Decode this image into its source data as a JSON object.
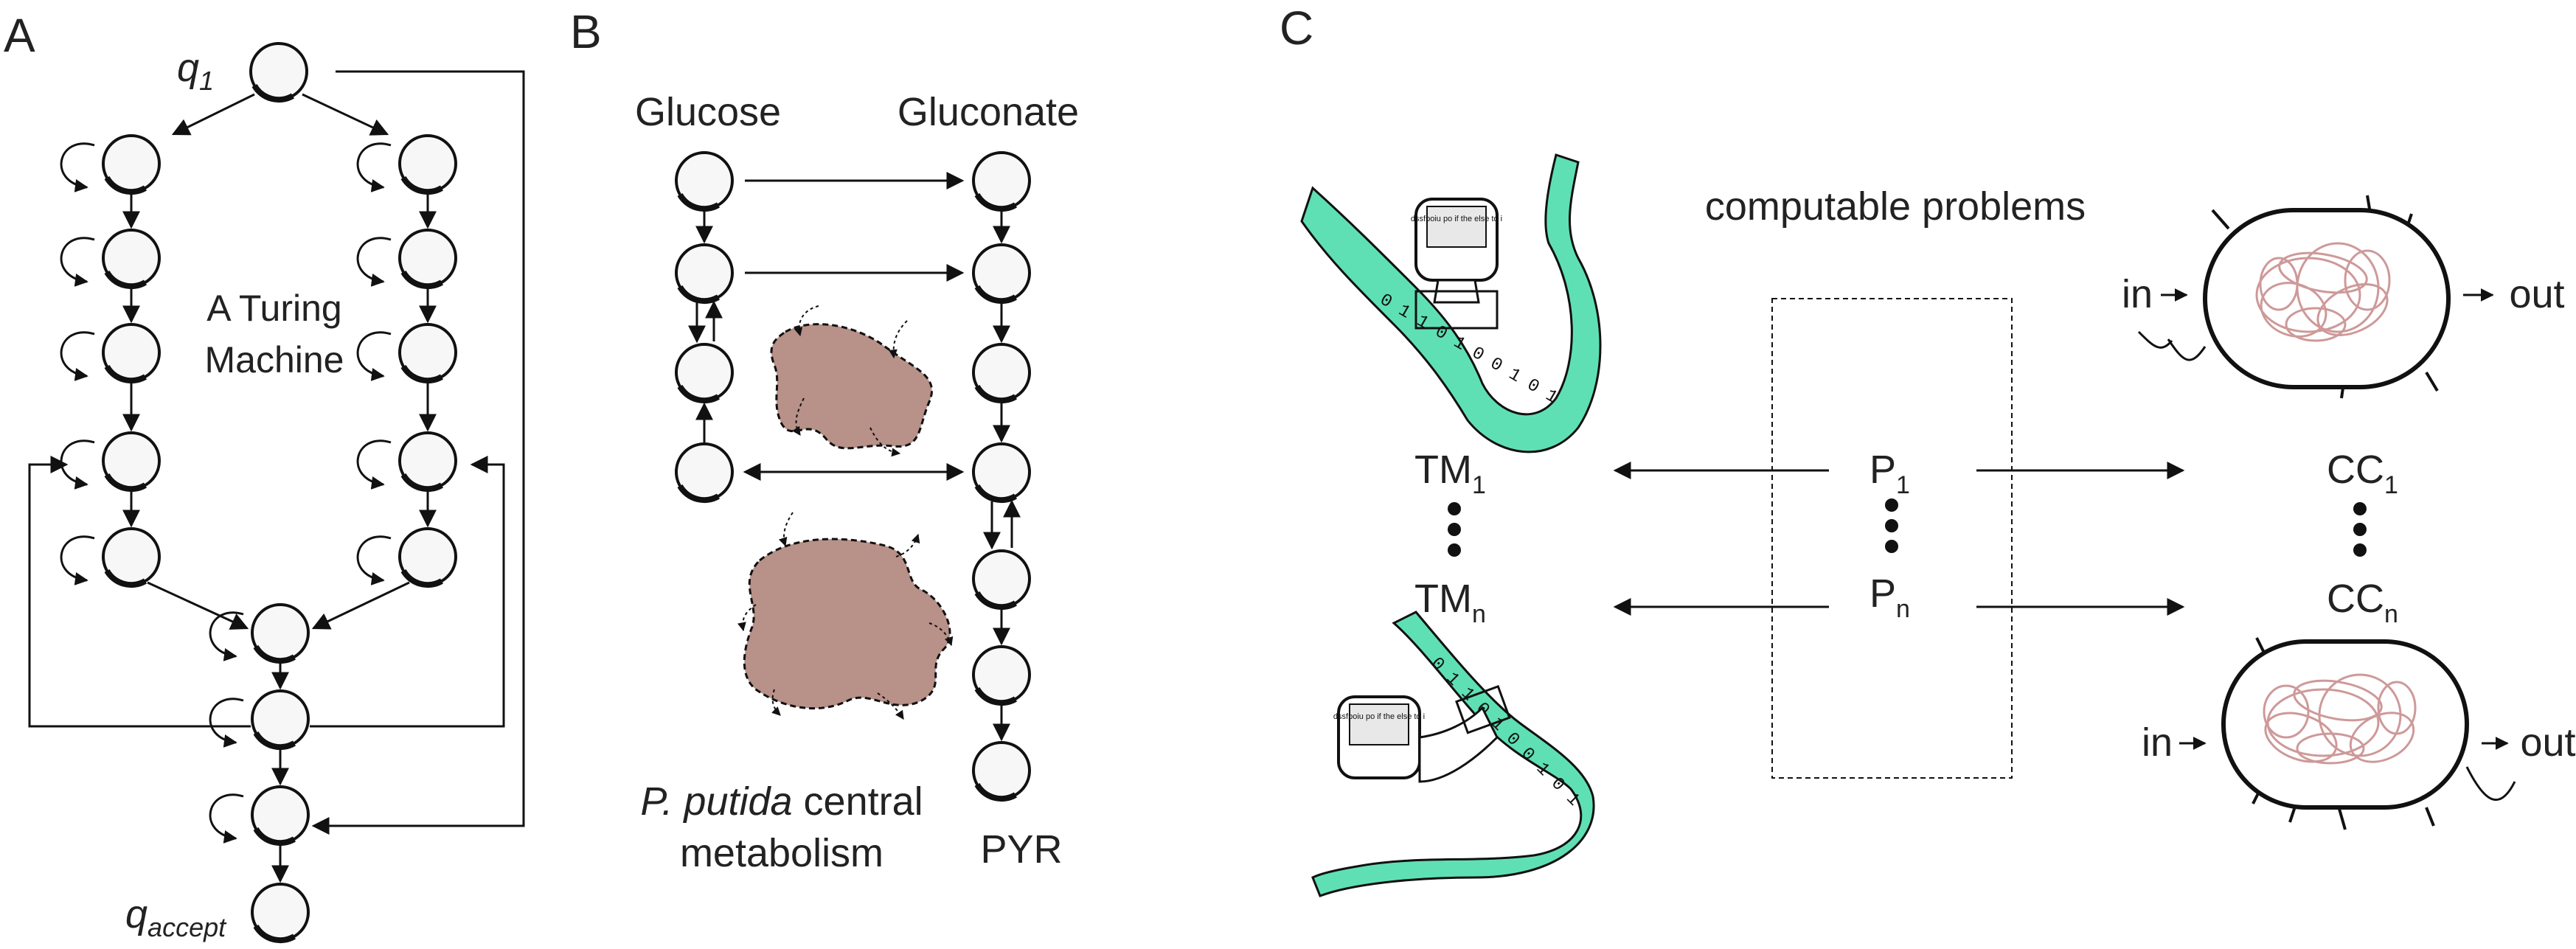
{
  "panel_a": {
    "letter": "A",
    "start_state_main": "q",
    "start_state_sub": "1",
    "accept_state_main": "q",
    "accept_state_sub": "accept",
    "center_label_line1": "A Turing",
    "center_label_line2": "Machine"
  },
  "panel_b": {
    "letter": "B",
    "glucose": "Glucose",
    "gluconate": "Gluconate",
    "pyr": "PYR",
    "caption_species": "P. putida",
    "caption_rest": " central",
    "caption_line2": "metabolism"
  },
  "panel_c": {
    "letter": "C",
    "computable": "computable problems",
    "tm1_main": "TM",
    "tm1_sub": "1",
    "tmn_main": "TM",
    "tmn_sub": "n",
    "p1_main": "P",
    "p1_sub": "1",
    "pn_main": "P",
    "pn_sub": "n",
    "cc1_main": "CC",
    "cc1_sub": "1",
    "ccn_main": "CC",
    "ccn_sub": "n",
    "in_top": "in",
    "out_top": "out",
    "in_bottom": "in",
    "out_bottom": "out",
    "tape_top": "0 1 1 0 1 0 0 1 0 1",
    "tape_bottom": "0 1 1 0 1 0 0 1 0 1",
    "head_label": "dssfpoiu po if the else to i"
  },
  "colors": {
    "tape": "#5fe0b4",
    "blob": "#b89189",
    "cell_coil": "#c98f8f",
    "node_fill": "#f7f7f7",
    "line": "#111111"
  }
}
